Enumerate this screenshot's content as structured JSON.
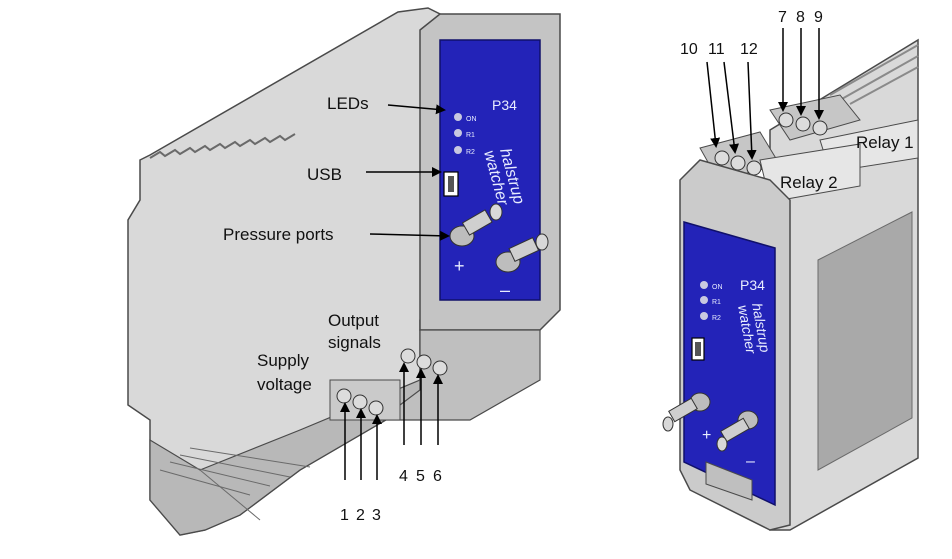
{
  "left_device": {
    "callouts": {
      "leds": "LEDs",
      "usb": "USB",
      "pressure_ports": "Pressure ports",
      "output_signals_line1": "Output",
      "output_signals_line2": "signals",
      "supply_voltage_line1": "Supply",
      "supply_voltage_line2": "voltage"
    },
    "supply_terminals": [
      "1",
      "2",
      "3"
    ],
    "output_terminals": [
      "4",
      "5",
      "6"
    ],
    "panel": {
      "model": "P34",
      "brand_line1": "halstrup",
      "brand_line2": "watcher",
      "led_labels": [
        "ON",
        "R1",
        "R2"
      ],
      "port_plus": "+",
      "port_minus": "–"
    }
  },
  "right_device": {
    "relay1_label": "Relay 1",
    "relay2_label": "Relay 2",
    "relay1_terminals": [
      "7",
      "8",
      "9"
    ],
    "relay2_terminals": [
      "10",
      "11",
      "12"
    ],
    "panel": {
      "model": "P34",
      "brand_line1": "halstrup",
      "brand_line2": "watcher",
      "led_labels": [
        "ON",
        "R1",
        "R2"
      ],
      "port_plus": "+",
      "port_minus": "–"
    }
  },
  "colors": {
    "panel_blue": "#2323b8",
    "housing_gray": "#d9d9d9",
    "housing_dark": "#a9a9a9",
    "outline": "#4a4a4a"
  }
}
